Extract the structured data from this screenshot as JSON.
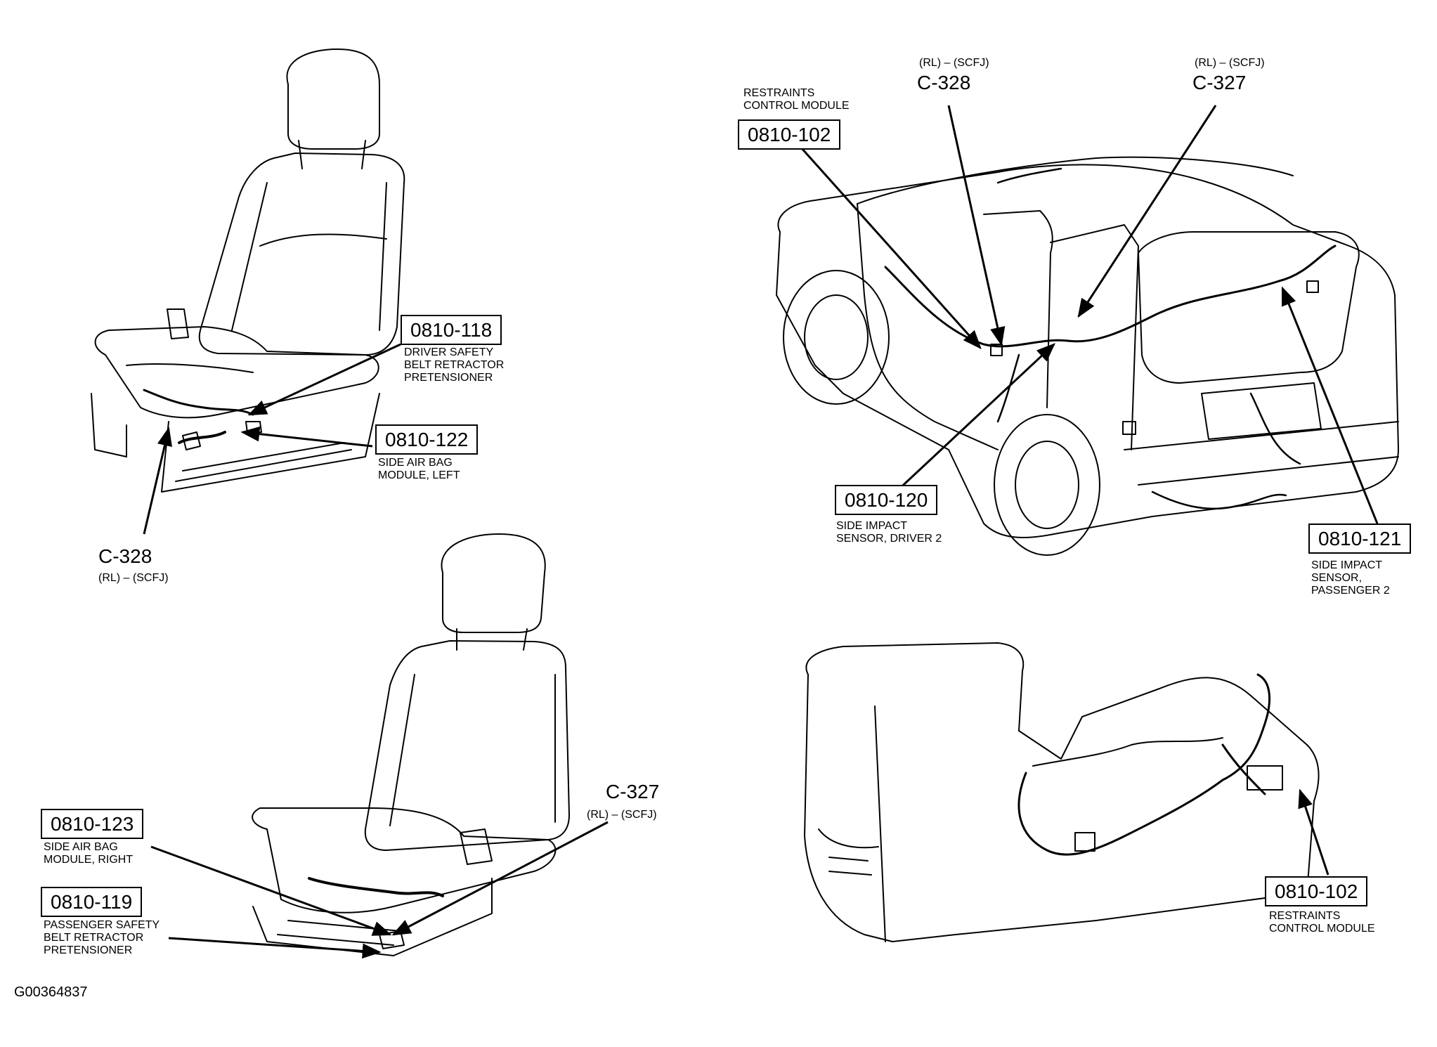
{
  "figure_id": "G00364837",
  "callouts": {
    "c118": {
      "code": "0810-118",
      "desc": "DRIVER SAFETY\nBELT RETRACTOR\nPRETENSIONER"
    },
    "c122": {
      "code": "0810-122",
      "desc": "SIDE AIR BAG\nMODULE, LEFT"
    },
    "c123": {
      "code": "0810-123",
      "desc": "SIDE AIR BAG\nMODULE, RIGHT"
    },
    "c119": {
      "code": "0810-119",
      "desc": "PASSENGER SAFETY\nBELT RETRACTOR\nPRETENSIONER"
    },
    "c102_top": {
      "code": "0810-102",
      "desc": "RESTRAINTS\nCONTROL MODULE"
    },
    "c120": {
      "code": "0810-120",
      "desc": "SIDE IMPACT\nSENSOR, DRIVER 2"
    },
    "c121": {
      "code": "0810-121",
      "desc": "SIDE IMPACT\nSENSOR,\nPASSENGER 2"
    },
    "c102_bottom": {
      "code": "0810-102",
      "desc": "RESTRAINTS\nCONTROL MODULE"
    }
  },
  "connectors": {
    "c328_left": {
      "name": "C-328",
      "sub": "(RL) – (SCFJ)"
    },
    "c327_seat": {
      "name": "C-327",
      "sub": "(RL) – (SCFJ)"
    },
    "c328_top": {
      "name": "C-328",
      "sub": "(RL) – (SCFJ)"
    },
    "c327_top": {
      "name": "C-327",
      "sub": "(RL) – (SCFJ)"
    }
  },
  "colors": {
    "line": "#000000",
    "background": "#ffffff"
  }
}
